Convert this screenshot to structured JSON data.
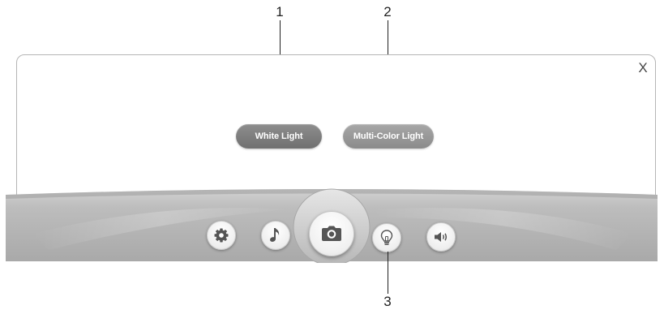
{
  "dialog": {
    "close_label": "X"
  },
  "options": {
    "white_light": "White Light",
    "multi_color_light": "Multi-Color Light"
  },
  "callouts": {
    "one": "1",
    "two": "2",
    "three": "3"
  },
  "toolbar": {
    "buttons": [
      {
        "icon": "gear-icon"
      },
      {
        "icon": "music-note-icon"
      },
      {
        "icon": "camera-icon"
      },
      {
        "icon": "lightbulb-icon"
      },
      {
        "icon": "speaker-icon"
      }
    ]
  },
  "colors": {
    "white_light_pill": "#7f7f7f",
    "multi_color_pill": "#999999",
    "toolbar_bar": "#b3b3b3",
    "icon_dark": "#555555"
  }
}
